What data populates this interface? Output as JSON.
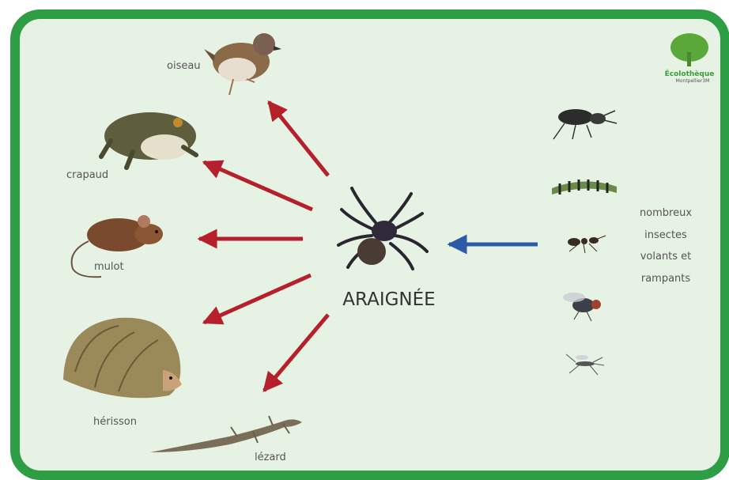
{
  "center": {
    "label": "ARAIGNÉE",
    "icon": "spider-icon"
  },
  "predators": [
    {
      "label": "oiseau",
      "icon": "bird-icon"
    },
    {
      "label": "crapaud",
      "icon": "toad-icon"
    },
    {
      "label": "mulot",
      "icon": "mouse-icon"
    },
    {
      "label": "hérisson",
      "icon": "hedgehog-icon"
    },
    {
      "label": "lézard",
      "icon": "lizard-icon"
    }
  ],
  "prey": {
    "label_lines": [
      "nombreux",
      "insectes",
      "volants et",
      "rampants"
    ],
    "icons": [
      "beetle-icon",
      "caterpillar-icon",
      "ant-icon",
      "fly-icon",
      "mosquito-icon"
    ]
  },
  "logo": {
    "title": "Écolothèque",
    "subtitle": "Montpellier3M"
  },
  "colors": {
    "frame": "#2e9e45",
    "background": "#e6f2e3",
    "predator_arrow": "#b5202b",
    "prey_arrow": "#2f5aa8"
  }
}
